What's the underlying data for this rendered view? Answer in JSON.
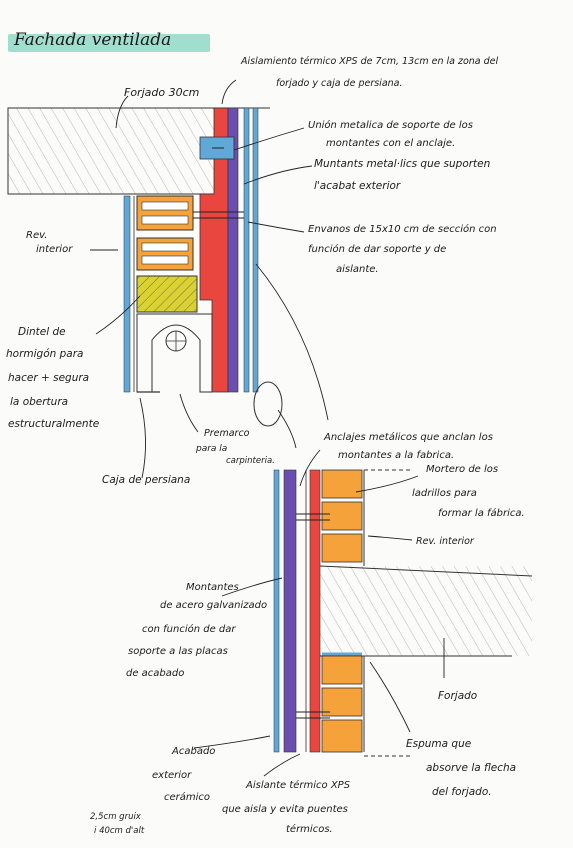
{
  "title": "Fachada ventilada",
  "labels": {
    "aislamiento_l1": "Aislamiento térmico XPS de 7cm, 13cm en la zona del",
    "aislamiento_l2": "forjado y caja de persiana.",
    "forjado_top": "Forjado 30cm",
    "union_l1": "Unión metalica de soporte de los",
    "union_l2": "montantes con el anclaje.",
    "montants_l1": "Muntants metal·lics que suporten",
    "montants_l2": "l'acabat exterior",
    "rev_interior_l1": "Rev.",
    "rev_interior_l2": "interior",
    "envanos_l1": "Envanos de 15x10 cm de sección con",
    "envanos_l2": "función de dar soporte y de",
    "envanos_l3": "aislante.",
    "dintel_l1": "Dintel de",
    "dintel_l2": "hormigón para",
    "dintel_l3": "hacer + segura",
    "dintel_l4": "la obertura",
    "dintel_l5": "estructuralmente",
    "premarco_l1": "Premarco",
    "premarco_l2": "para la",
    "premarco_l3": "carpinteria.",
    "caja_persiana": "Caja de persiana",
    "anclajes_l1": "Anclajes metálicos que anclan los",
    "anclajes_l2": "montantes a la fabrica.",
    "mortero_l1": "Mortero de los",
    "mortero_l2": "ladrillos para",
    "mortero_l3": "formar la fábrica.",
    "rev_interior_2": "Rev. interior",
    "montantes_acero_l1": "Montantes",
    "montantes_acero_l2": "de acero galvanizado",
    "montantes_acero_l3": "con función de dar",
    "montantes_acero_l4": "soporte a las placas",
    "montantes_acero_l5": "de acabado",
    "forjado_bottom": "Forjado",
    "espuma_l1": "Espuma que",
    "espuma_l2": "absorve la flecha",
    "espuma_l3": "del forjado.",
    "acabado_l1": "Acabado",
    "acabado_l2": "exterior",
    "acabado_l3": "cerámico",
    "acabado_l4": "2,5cm gruix",
    "acabado_l5": "i 40cm d'alt",
    "aislante_l1": "Aislante térmico XPS",
    "aislante_l2": "que aisla y evita puentes",
    "aislante_l3": "térmicos."
  },
  "colors": {
    "insulation": "#e8463e",
    "purple_profile": "#6a4fb0",
    "blue_cladding": "#5fa8d8",
    "orange_brick": "#f5a23a",
    "yellow_dintel": "#d9d232",
    "title_highlight": "#8fd8c4"
  }
}
